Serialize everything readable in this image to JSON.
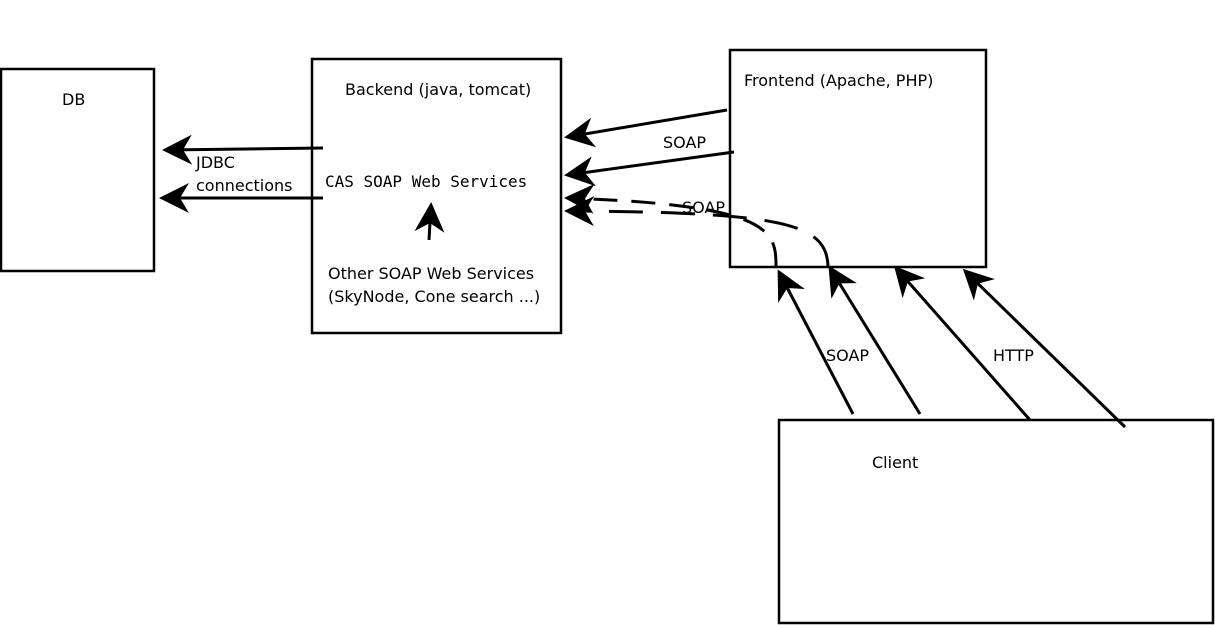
{
  "nodes": {
    "db": {
      "label": "DB"
    },
    "backend": {
      "title": "Backend (java, tomcat)",
      "cas_services": "CAS SOAP Web Services",
      "other_services_line1": "Other SOAP Web Services",
      "other_services_line2": "(SkyNode, Cone search ...)"
    },
    "frontend": {
      "title": "Frontend (Apache, PHP)"
    },
    "client": {
      "label": "Client"
    }
  },
  "edges": {
    "jdbc_line1": "JDBC",
    "jdbc_line2": "connections",
    "frontend_backend_soap": "SOAP",
    "client_backend_soap": "SOAP",
    "client_frontend_soap": "SOAP",
    "client_frontend_http": "HTTP"
  }
}
